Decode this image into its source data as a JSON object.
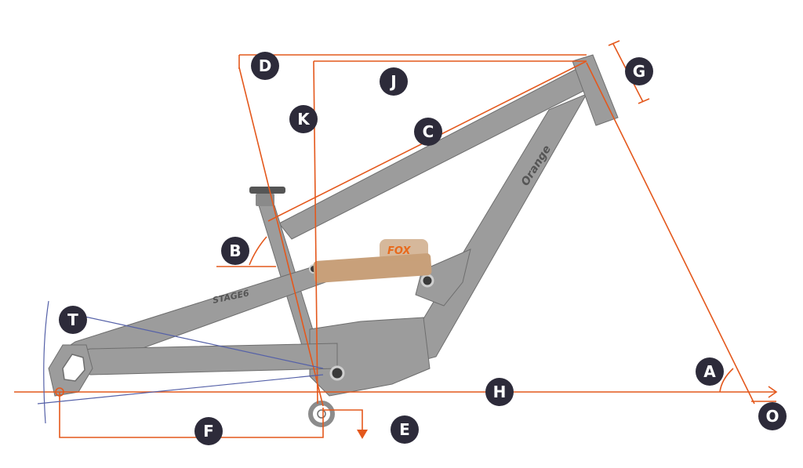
{
  "colors": {
    "measure": "#e4581c",
    "axis": "#5561a8",
    "frame": "#9c9c9c",
    "frame_dark": "#6e6e6e",
    "frame_light": "#bdbdbd",
    "badge": "#2d2b3a",
    "badge_text": "#ffffff",
    "shock_body": "#c8a07a",
    "shock_brand": "#e86a1c"
  },
  "frame_markings": {
    "model": "STAGE6",
    "brand": "Orange",
    "shock_brand": "FOX"
  },
  "labels": {
    "A": "A",
    "B": "B",
    "C": "C",
    "D": "D",
    "E": "E",
    "F": "F",
    "G": "G",
    "H": "H",
    "J": "J",
    "K": "K",
    "O": "O",
    "T": "T"
  }
}
